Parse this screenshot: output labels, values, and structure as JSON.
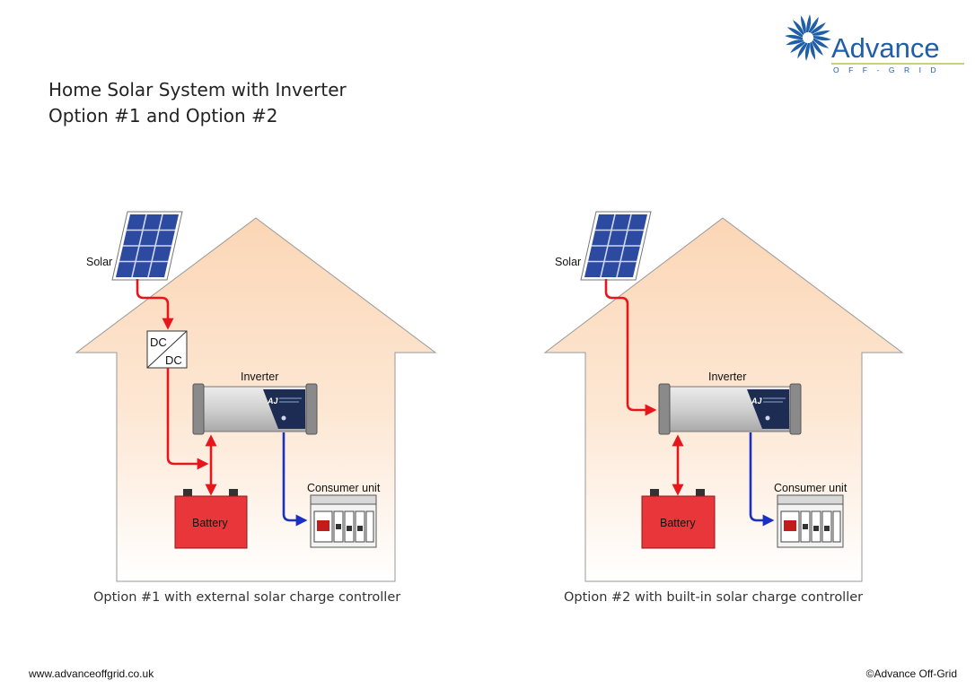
{
  "brand": {
    "name": "Advance",
    "subtitle": "OFF-GRID",
    "color": "#1f5ea8"
  },
  "title": {
    "line1": "Home Solar System with Inverter",
    "line2": "Option #1 and Option #2"
  },
  "options": [
    {
      "caption": "Option #1 with external solar charge controller",
      "labels": {
        "solar": "Solar",
        "dc_top": "DC",
        "dc_bottom": "DC",
        "inverter": "Inverter",
        "battery": "Battery",
        "consumer_unit": "Consumer unit"
      },
      "inverter_badge": "AJ"
    },
    {
      "caption": "Option #2 with built-in solar charge controller",
      "labels": {
        "solar": "Solar",
        "inverter": "Inverter",
        "battery": "Battery",
        "consumer_unit": "Consumer unit"
      },
      "inverter_badge": "AJ"
    }
  ],
  "colors": {
    "dc_wire": "#e8151b",
    "ac_wire": "#1a2fc4",
    "house_fill_top": "#fbd9bd",
    "battery": "#e8363a",
    "panel": "#2c4aa0"
  },
  "footer": {
    "website": "www.advanceoffgrid.co.uk",
    "copyright": "©Advance Off-Grid"
  }
}
